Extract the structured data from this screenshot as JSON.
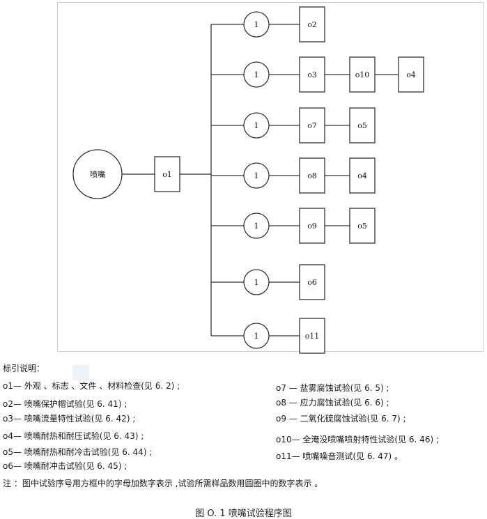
{
  "diagram": {
    "start": {
      "label": "喷嘴"
    },
    "hub": {
      "label": "o1"
    },
    "branches": [
      {
        "circle": "1",
        "boxes": [
          "o2"
        ]
      },
      {
        "circle": "1",
        "boxes": [
          "o3",
          "o10",
          "o4"
        ]
      },
      {
        "circle": "1",
        "boxes": [
          "o7",
          "o5"
        ]
      },
      {
        "circle": "1",
        "boxes": [
          "o8",
          "o4"
        ]
      },
      {
        "circle": "1",
        "boxes": [
          "o9",
          "o5"
        ]
      },
      {
        "circle": "1",
        "boxes": [
          "o6"
        ]
      },
      {
        "circle": "1",
        "boxes": [
          "o11"
        ]
      }
    ]
  },
  "legend": {
    "title": "标引说明：",
    "left": [
      "o1— 外观 、标志 、文件 、材料检查(见 6. 2) ;",
      "o2— 喷嘴保护帽试验(见 6. 41) ;",
      "o3— 喷嘴流量特性试验(见 6. 42) ;",
      "o4— 喷嘴耐热和耐压试验(见 6. 43) ;",
      "o5— 喷嘴耐热和耐冷击试验(见 6. 44) ;",
      "o6— 喷嘴耐冲击试验(见 6. 45) ;"
    ],
    "right": [
      "o7 — 盐雾腐蚀试验(见 6. 5) ;",
      "o8 — 应力腐蚀试验(见 6. 6) ;",
      "o9 — 二氧化硫腐蚀试验(见 6. 7) ;",
      "o10— 全淹没喷嘴喷射特性试验(见 6. 46) ;",
      "o11— 喷嘴噪音测试(见 6. 47) 。"
    ]
  },
  "note": "注 ：图中试验序号用方框中的字母加数字表示 ,试验所需样品数用圆圈中的数字表示 。",
  "figure_title": "图 O. 1   喷嘴试验程序图"
}
